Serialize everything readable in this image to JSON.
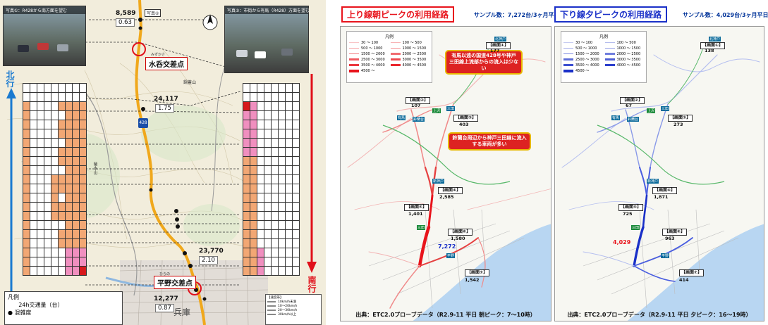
{
  "left_map": {
    "photo1_caption": "写真①：R428から南方面を望む",
    "photo2_caption": "写真②：市街から有馬（R428）方面を望む",
    "photo2_tag": "写真②",
    "north_label": "北行",
    "south_label": "南行",
    "route_shield": "428",
    "junction_top": {
      "ruby": "みずかさ",
      "name": "水呑交差点"
    },
    "junction_bottom": {
      "ruby": "ひらの",
      "name": "平野交差点"
    },
    "mountain_top": "鍋蓋山",
    "mountain_left": "菊水山",
    "district": "兵庫",
    "counts": [
      {
        "volume": "8,589",
        "speed": "0.63"
      },
      {
        "volume": "24,117",
        "speed": "1.75"
      },
      {
        "volume": "23,770",
        "speed": "2.10"
      },
      {
        "volume": "12,277",
        "speed": "0.87"
      }
    ],
    "legend": {
      "title": "凡例",
      "item1": "24h交通量（台）",
      "item2": "混雑度"
    },
    "speed_legend": {
      "title": "【速度帯】",
      "items": [
        "10km/h未満",
        "10～20km/h",
        "20～30km/h",
        "30km/h以上"
      ],
      "colors": [
        "#d7191c",
        "#f08fbf",
        "#f0a070",
        "#ffffff"
      ]
    },
    "table_colors": {
      "orange": "#f2a774",
      "pink": "#f08fbf",
      "red": "#d7191c"
    }
  },
  "up_panel": {
    "title": "上り線朝ピークの利用経路",
    "sample": "サンプル数：7,272台/3ヶ月平日",
    "accent": "#e8141c",
    "annotation_1": "有馬以遠の国道428号や神戸三田線上流部からの流入は少ない",
    "annotation_2": "鈴蘭台周辺から神戸三田線に流入する車両が多い",
    "junctions": [
      "【画面①】",
      "【画面②】",
      "【画面③】",
      "【画面④】",
      "【画面⑤】",
      "【画面⑥】",
      "【画面⑦】"
    ],
    "counts": [
      "177",
      "107",
      "403",
      "2,585",
      "1,401",
      "1,580",
      "7,272",
      "1,542"
    ],
    "source": "出典：ETC2.0プローブデータ（R2.9-11 平日 朝ピーク：7～10時）"
  },
  "down_panel": {
    "title": "下り線夕ピークの利用経路",
    "sample": "サンプル数：4,029台/3ヶ月平日",
    "accent": "#1a30c8",
    "junctions": [
      "【画面①】",
      "【画面②】",
      "【画面③】",
      "【画面④】",
      "【画面⑤】",
      "【画面⑥】",
      "【画面⑦】"
    ],
    "counts": [
      "138",
      "67",
      "273",
      "1,871",
      "725",
      "963",
      "4,029",
      "414"
    ],
    "source": "出典：ETC2.0プローブデータ（R2.9-11 平日 夕ピーク：16～19時）"
  },
  "route_legend": {
    "title": "凡例",
    "items": [
      "30 ～ 100",
      "100 ～ 500",
      "500 ～ 1000",
      "1000 ～ 1500",
      "1500 ～ 2000",
      "2000 ～ 2500",
      "2500 ～ 3000",
      "3000 ～ 3500",
      "3500 ～ 4000",
      "4000 ～ 4500",
      "4500 ～"
    ]
  },
  "signs": {
    "suzurandai": "鈴蘭台",
    "arima": "有馬",
    "kita": "北神戸",
    "sanda": "三田",
    "shin": "新神戸",
    "kamisawa": "上沢",
    "hirano": "平野"
  }
}
